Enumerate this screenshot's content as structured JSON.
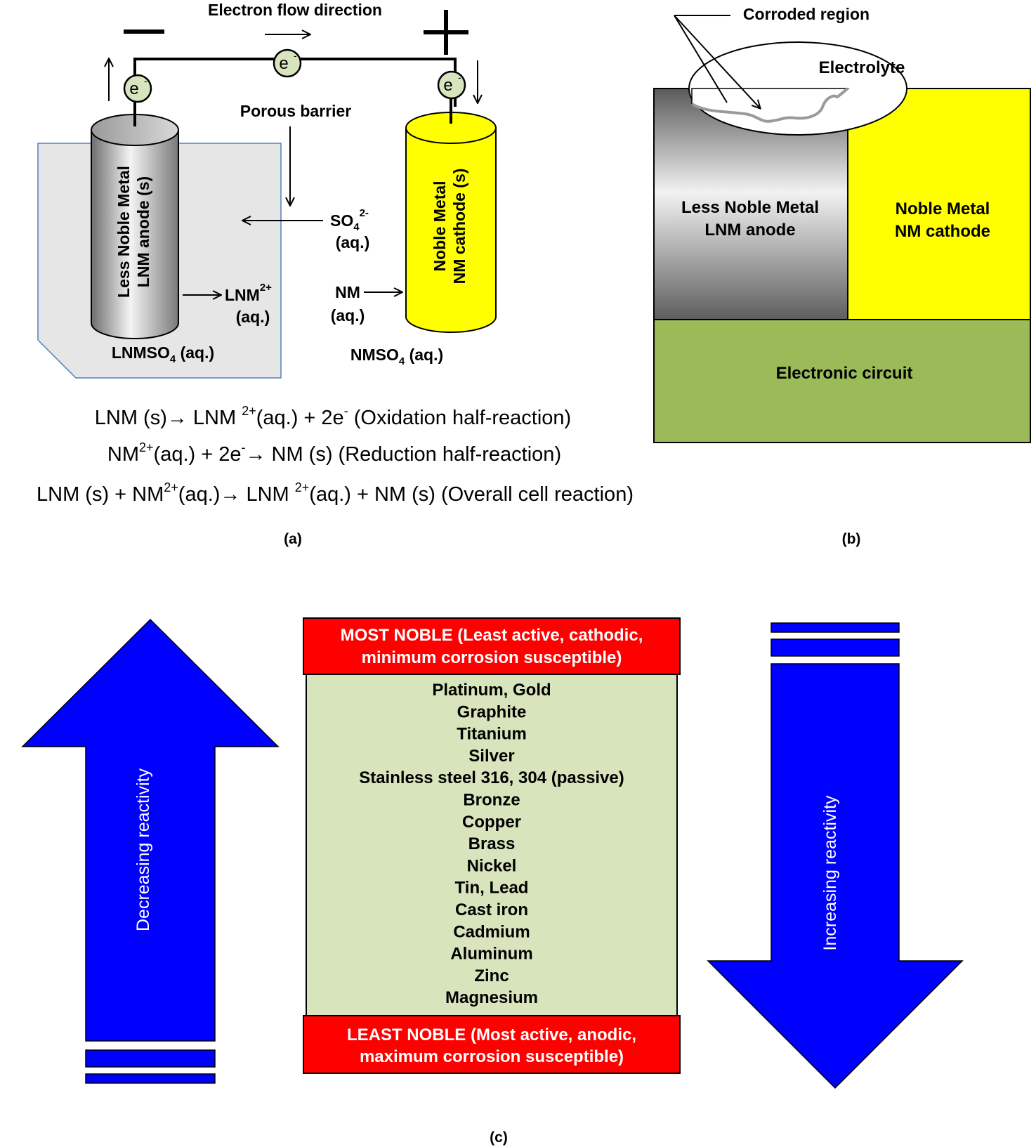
{
  "panel_a": {
    "electron_flow_label": "Electron flow direction",
    "negative_sign": "—",
    "positive_sign": "+",
    "electron_symbol": "e",
    "electron_charge": "-",
    "porous_barrier_label": "Porous barrier",
    "anode_label_line1": "Less Noble Metal",
    "anode_label_line2": "LNM anode (s)",
    "cathode_label_line1": "Noble  Metal",
    "cathode_label_line2": "NM cathode (s)",
    "sulfate_ion": "SO",
    "sulfate_sub": "4",
    "sulfate_sup": "2-",
    "sulfate_state": "(aq.)",
    "lnm_ion": "LNM",
    "lnm_ion_sup": "2+",
    "lnm_ion_state": "(aq.)",
    "nm_ion": "NM",
    "nm_ion_state": "(aq.)",
    "lnm_solution": "LNMSO",
    "lnm_solution_sub": "4",
    "lnm_solution_state": " (aq.)",
    "nm_solution": "NMSO",
    "nm_solution_sub": "4",
    "nm_solution_state": " (aq.)",
    "eq1_a": "LNM (s)→ LNM ",
    "eq1_sup": "2+",
    "eq1_b": "(aq.) + 2e",
    "eq1_sup2": "-",
    "eq1_c": " (Oxidation half-reaction)",
    "eq2_a": "NM",
    "eq2_sup": "2+",
    "eq2_b": "(aq.) + 2e",
    "eq2_sup2": "-",
    "eq2_c": "→ NM (s) (Reduction half-reaction)",
    "eq3_a": "LNM (s) + NM",
    "eq3_sup": "2+",
    "eq3_b": "(aq.)→ LNM ",
    "eq3_sup2": "2+",
    "eq3_c": "(aq.) + NM (s) (Overall cell reaction)",
    "caption": "(a)"
  },
  "panel_b": {
    "corroded_label": "Corroded region",
    "electrolyte_label": "Electrolyte",
    "anode_line1": "Less Noble Metal",
    "anode_line2": "LNM anode",
    "cathode_line1": "Noble Metal",
    "cathode_line2": "NM cathode",
    "circuit_label": "Electronic circuit",
    "caption": "(b)"
  },
  "panel_c": {
    "left_arrow_label": "Decreasing reactivity",
    "right_arrow_label": "Increasing reactivity",
    "top_box_line1": "MOST NOBLE (Least active, cathodic,",
    "top_box_line2": "minimum corrosion susceptible)",
    "bottom_box_line1": "LEAST NOBLE (Most active, anodic,",
    "bottom_box_line2": "maximum corrosion susceptible)",
    "metals": [
      "Platinum, Gold",
      "Graphite",
      "Titanium",
      "Silver",
      "Stainless steel 316, 304 (passive)",
      "Bronze",
      "Copper",
      "Brass",
      "Nickel",
      "Tin, Lead",
      "Cast iron",
      "Cadmium",
      "Aluminum",
      "Zinc",
      "Magnesium"
    ],
    "caption": "(c)"
  },
  "colors": {
    "arrow_blue": "#0000ff",
    "noble_red": "#ff0000",
    "series_green": "#d8e4bc",
    "cathode_yellow": "#ffff00",
    "circuit_green": "#9bbb59",
    "electron_ball": "#d7e4bd",
    "beaker_gray": "#e6e6e6"
  }
}
